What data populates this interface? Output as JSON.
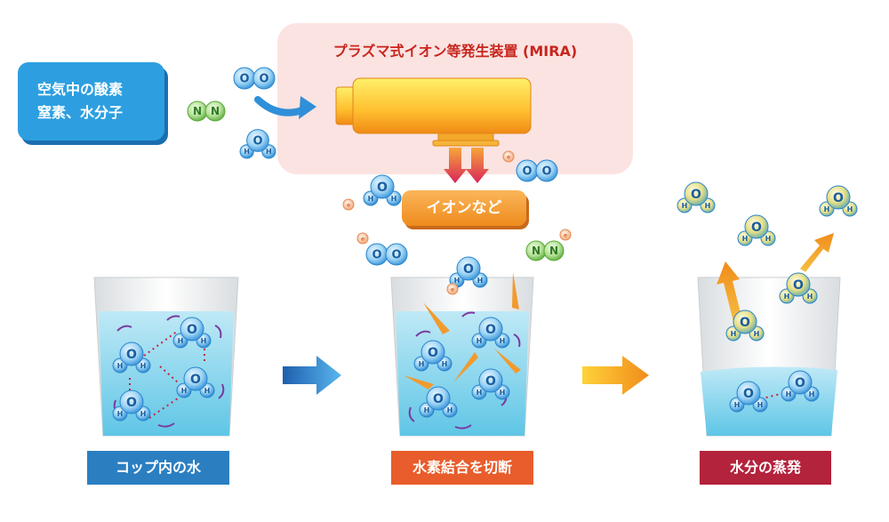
{
  "air_box": {
    "line1": "空気中の酸素",
    "line2": "窒素、水分子"
  },
  "device": {
    "title": "プラズマ式イオン等発生装置 (MIRA)"
  },
  "ion_label": "イオンなど",
  "stages": [
    {
      "label": "コップ内の水"
    },
    {
      "label": "水素結合を切断"
    },
    {
      "label": "水分の蒸発"
    }
  ],
  "atoms": {
    "oxygen": "O",
    "nitrogen": "N",
    "hydrogen": "H",
    "electron": "e"
  },
  "colors": {
    "label_blue": "#2b7fc1",
    "label_orange": "#e85d2b",
    "label_red": "#b3233b",
    "device_title": "#c8261e",
    "air_box": "#2d9fe0",
    "ion_pill": "#ee8b1d"
  }
}
